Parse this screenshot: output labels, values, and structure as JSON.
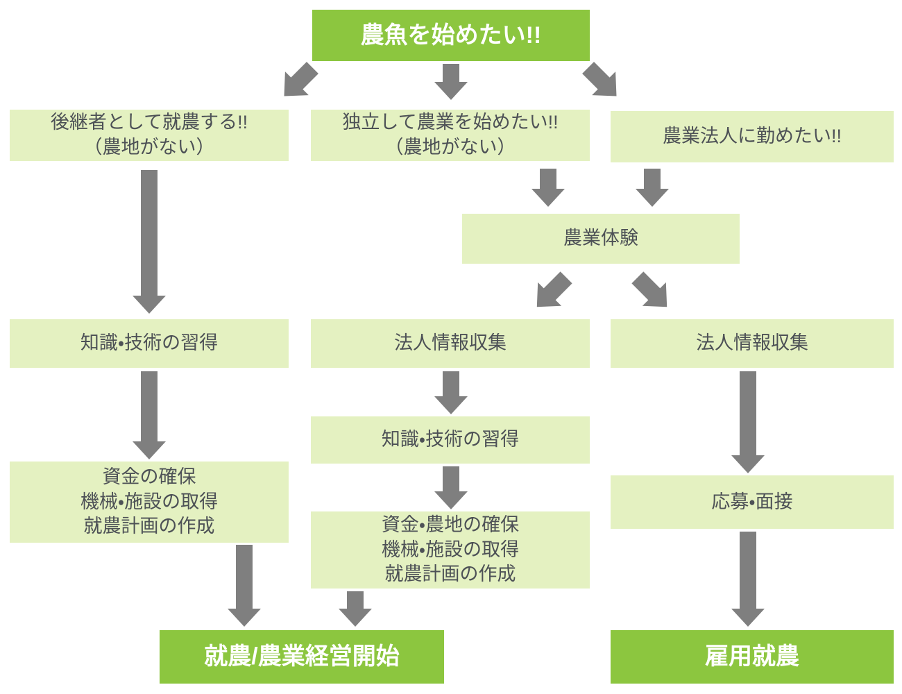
{
  "flowchart": {
    "colors": {
      "dark_green": "#8CC63F",
      "light_green": "#E4F1C1",
      "arrow_gray": "#7F7F7F",
      "text_dark": "#4D5156",
      "text_white": "#FFFFFF"
    },
    "nodes": {
      "start": "農魚を始めたい!!",
      "successor": "後継者として就農する!!\n（農地がない）",
      "independent": "独立して農業を始めたい!!\n（農地がない）",
      "corporation": "農業法人に勤めたい!!",
      "experience": "農業体験",
      "knowledge_left": "知識・技術の習得",
      "info_mid": "法人情報収集",
      "info_right": "法人情報収集",
      "knowledge_mid": "知識・技術の習得",
      "funds_left": "資金の確保\n機械・施設の取得\n就農計画の作成",
      "funds_mid": "資金・農地の確保\n機械・施設の取得\n就農計画の作成",
      "apply_interview": "応募・面接",
      "start_farming": "就農/農業経営開始",
      "employed_farming": "雇用就農"
    }
  }
}
